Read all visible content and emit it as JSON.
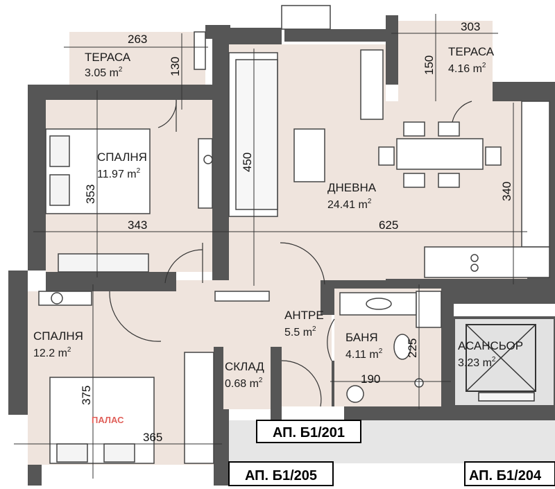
{
  "rooms": {
    "terrace_left": {
      "name": "ТЕРАСА",
      "area": "3.05 m",
      "unit_sup": "2"
    },
    "terrace_right": {
      "name": "ТЕРАСА",
      "area": "4.16 m",
      "unit_sup": "2"
    },
    "bedroom_top": {
      "name": "СПАЛНЯ",
      "area": "11.97 m",
      "unit_sup": "2"
    },
    "living": {
      "name": "ДНЕВНА",
      "area": "24.41 m",
      "unit_sup": "2"
    },
    "hall": {
      "name": "АНТРЕ",
      "area": "5.5 m",
      "unit_sup": "2"
    },
    "bathroom": {
      "name": "БАНЯ",
      "area": "4.11 m",
      "unit_sup": "2"
    },
    "bedroom_bottom": {
      "name": "СПАЛНЯ",
      "area": "12.2 m",
      "unit_sup": "2"
    },
    "storage": {
      "name": "СКЛАД",
      "area": "0.68 m",
      "unit_sup": "2"
    },
    "elevator": {
      "name": "АСАНСЬОР",
      "area": "3.23 m",
      "unit_sup": "2"
    }
  },
  "dimensions": {
    "terrace_left_w": "263",
    "terrace_left_h": "130",
    "terrace_right_w": "303",
    "terrace_right_h": "150",
    "living_depth": "450",
    "living_right": "340",
    "bedroom_top_h": "353",
    "bedroom_top_w": "343",
    "living_w": "625",
    "bath_h": "225",
    "bath_w": "190",
    "bedroom_bottom_h": "375",
    "bedroom_bottom_w": "365"
  },
  "labels": {
    "apt_main": "АП. Б1/201",
    "apt_left": "АП. Б1/205",
    "apt_right": "АП. Б1/204",
    "brand": "ПАЛАС"
  },
  "colors": {
    "room_fill": "#efe4dd",
    "wall": "#565656",
    "corridor": "#e5e5e5",
    "brand": "#e0605a"
  }
}
